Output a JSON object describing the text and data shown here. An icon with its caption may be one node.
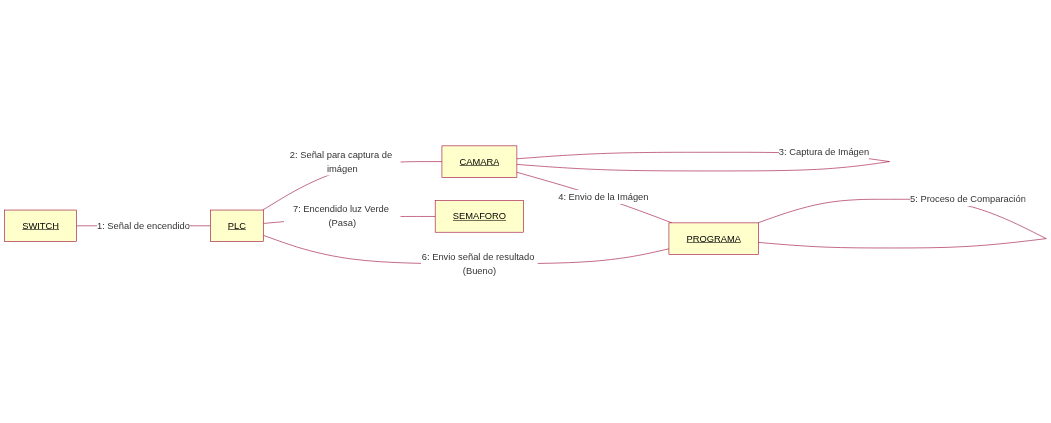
{
  "diagram": {
    "nodes": [
      {
        "text": [
          "SWITCH"
        ]
      },
      {
        "text": [
          "PLC"
        ]
      },
      {
        "text": [
          "CAMARA"
        ]
      },
      {
        "text": [
          "SEMAFORO"
        ]
      },
      {
        "text": [
          "PROGRAMA"
        ]
      }
    ],
    "edges": [
      {
        "from": 0,
        "to": 1,
        "arrow": "none",
        "label": "1: Señal de encendido"
      },
      {
        "from": 1,
        "to": 2,
        "arrow": "none",
        "label": "2: Señal para captura de imágen"
      },
      {
        "from": 2,
        "to": 2,
        "arrow": "none",
        "label": "3: Captura de Imágen"
      },
      {
        "from": 2,
        "to": 4,
        "arrow": "none",
        "label": "4: Envio de la Imágen"
      },
      {
        "from": 4,
        "to": 4,
        "arrow": "none",
        "label": "5: Proceso de Comparación"
      },
      {
        "from": 1,
        "to": 4,
        "arrow": "none",
        "label": "6: Envio señal de resultado (Bueno)"
      },
      {
        "from": 1,
        "to": 3,
        "arrow": "none",
        "label": "7: Encendido luz Verde (Pasa)"
      }
    ]
  }
}
